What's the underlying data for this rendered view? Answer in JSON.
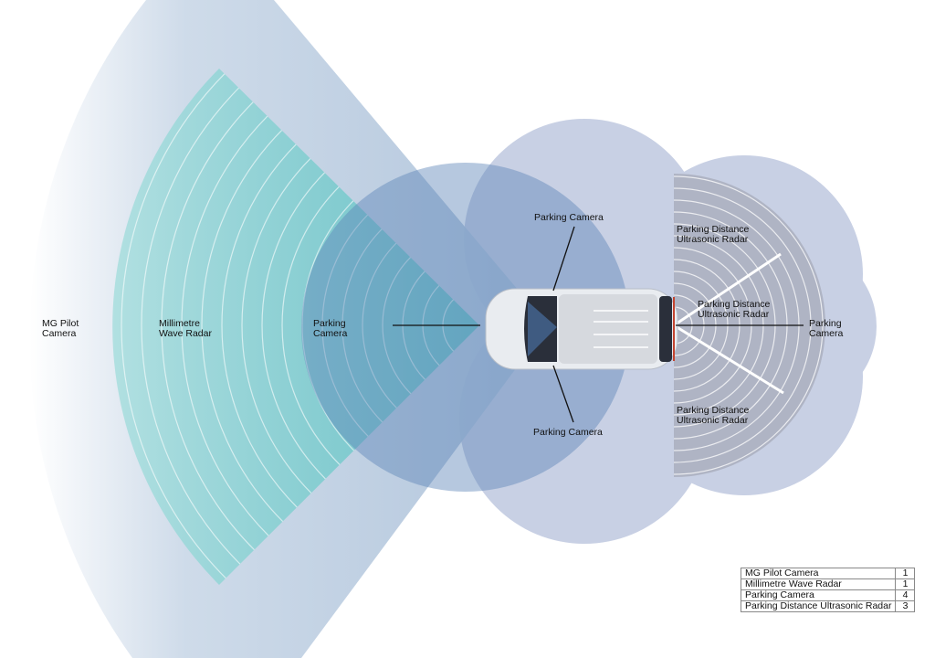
{
  "labels": {
    "pilot_camera": [
      "MG Pilot",
      "Camera"
    ],
    "mm_radar": [
      "Millimetre",
      "Wave Radar"
    ],
    "front_parking_camera": [
      "Parking",
      "Camera"
    ],
    "top_parking_camera": "Parking Camera",
    "bottom_parking_camera": "Parking Camera",
    "rear_parking_camera": [
      "Parking",
      "Camera"
    ],
    "ultrasonic_top": [
      "Parking Distance",
      "Ultrasonic Radar"
    ],
    "ultrasonic_mid": [
      "Parking Distance",
      "Ultrasonic Radar"
    ],
    "ultrasonic_bottom": [
      "Parking Distance",
      "Ultrasonic Radar"
    ]
  },
  "legend": [
    {
      "name": "MG Pilot Camera",
      "count": "1"
    },
    {
      "name": "Millimetre Wave Radar",
      "count": "1"
    },
    {
      "name": "Parking Camera",
      "count": "4"
    },
    {
      "name": "Parking Distance Ultrasonic Radar",
      "count": "3"
    }
  ],
  "colors": {
    "pilot": "#b8cbe0",
    "radar": "#6cc6c8",
    "surround": "#c8d0e4",
    "parking": "#7f9fc6",
    "ultrasonic": "#a9adbb"
  }
}
